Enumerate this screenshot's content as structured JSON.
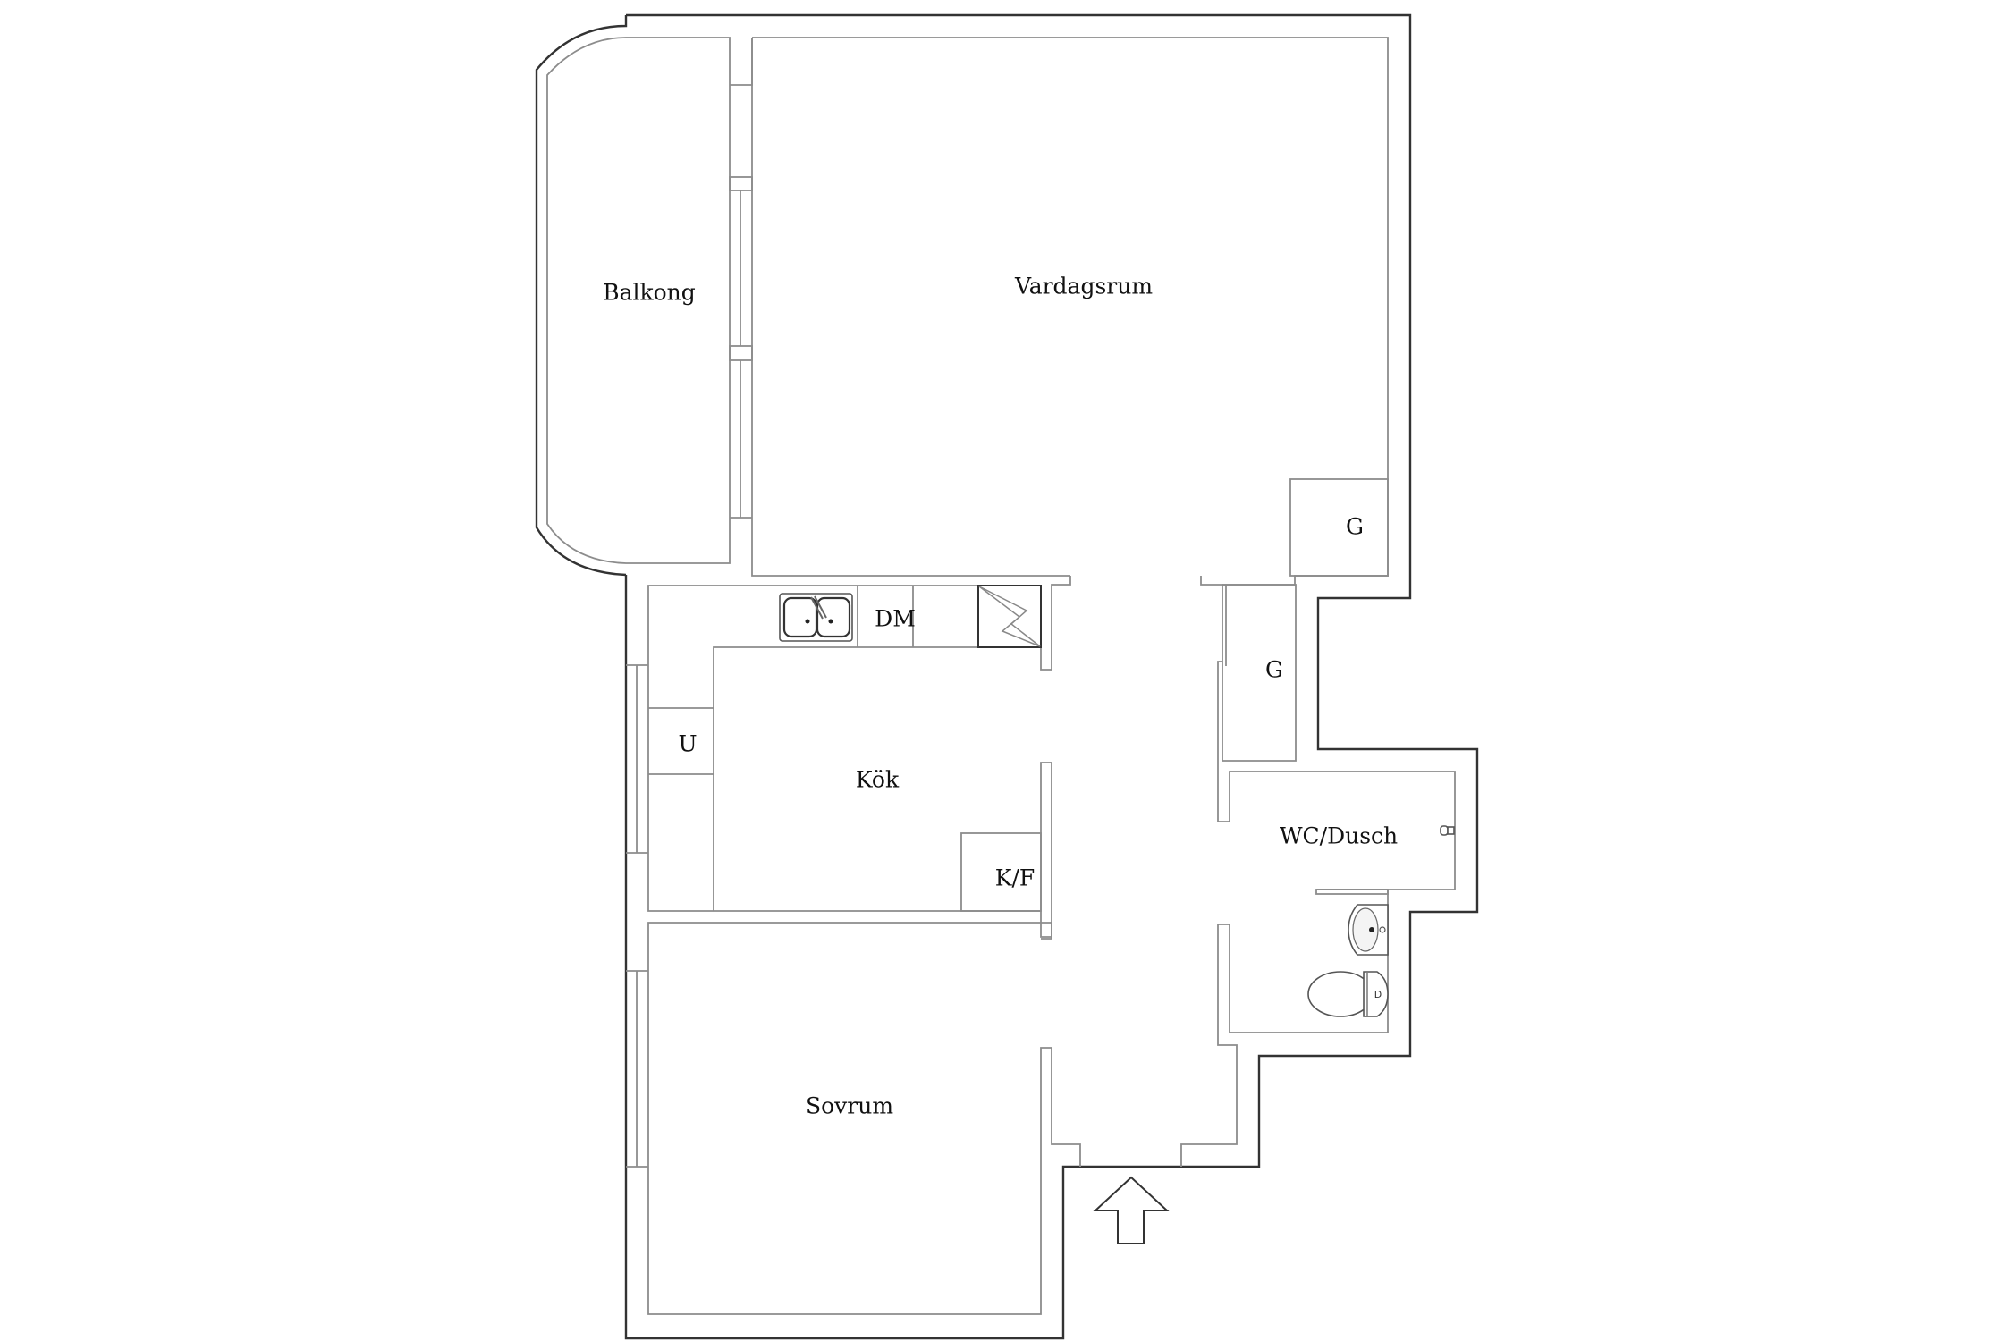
{
  "plan": {
    "type": "apartment floor plan",
    "rooms": {
      "balcony": "Balkong",
      "living_room": "Vardagsrum",
      "kitchen": "Kök",
      "bedroom": "Sovrum",
      "bathroom": "WC/Dusch"
    },
    "fixtures": {
      "wardrobe_living": "G",
      "wardrobe_hall": "G",
      "dishwasher": "DM",
      "oven": "U",
      "fridge_freezer": "K/F"
    },
    "entrance_arrow": "entrance-arrow"
  }
}
